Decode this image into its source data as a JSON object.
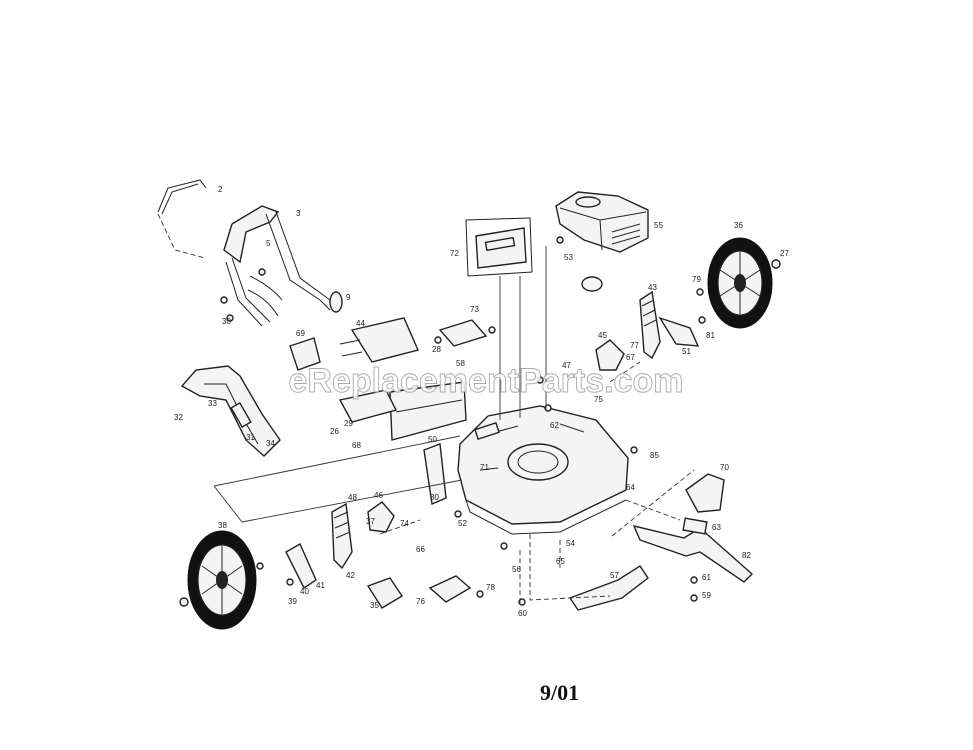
{
  "diagram": {
    "watermark": "eReplacementParts.com",
    "date_code": "9/01",
    "callouts": [
      "2",
      "3",
      "5",
      "9",
      "26",
      "27",
      "28",
      "29",
      "30",
      "31",
      "32",
      "33",
      "34",
      "35",
      "36",
      "37",
      "38",
      "39",
      "40",
      "41",
      "42",
      "43",
      "44",
      "45",
      "46",
      "47",
      "48",
      "50",
      "51",
      "52",
      "53",
      "54",
      "55",
      "56",
      "57",
      "58",
      "59",
      "60",
      "61",
      "62",
      "63",
      "64",
      "65",
      "66",
      "67",
      "68",
      "69",
      "70",
      "71",
      "72",
      "73",
      "74",
      "75",
      "76",
      "77",
      "78",
      "79",
      "80",
      "81",
      "82",
      "85"
    ]
  }
}
